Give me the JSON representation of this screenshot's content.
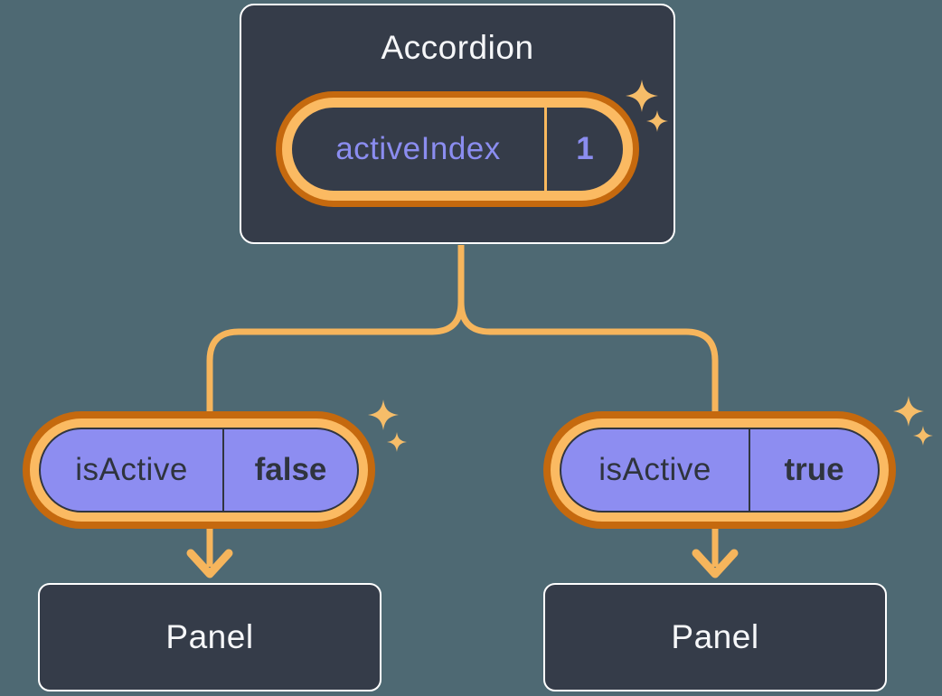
{
  "diagram": {
    "root": {
      "title": "Accordion",
      "state_name": "activeIndex",
      "state_value": "1"
    },
    "left_child": {
      "state_name": "isActive",
      "state_value": "false",
      "panel_label": "Panel"
    },
    "right_child": {
      "state_name": "isActive",
      "state_value": "true",
      "panel_label": "Panel"
    }
  },
  "icons": {
    "sparkle": "sparkle-icon",
    "arrow_down": "arrow-down-icon"
  },
  "colors": {
    "background": "#4e6973",
    "node_fill": "#353c49",
    "node_border": "#ffffff",
    "node_text": "#f6f7f9",
    "purple_fill": "#8d8df1",
    "purple_text": "#8b8df0",
    "dark_text": "#2f343e",
    "ring_outer_orange": "#c5690e",
    "ring_inner_orange": "#fbba62",
    "connector_amber": "#f6b55c",
    "sparkle_amber": "#f6bd69"
  }
}
